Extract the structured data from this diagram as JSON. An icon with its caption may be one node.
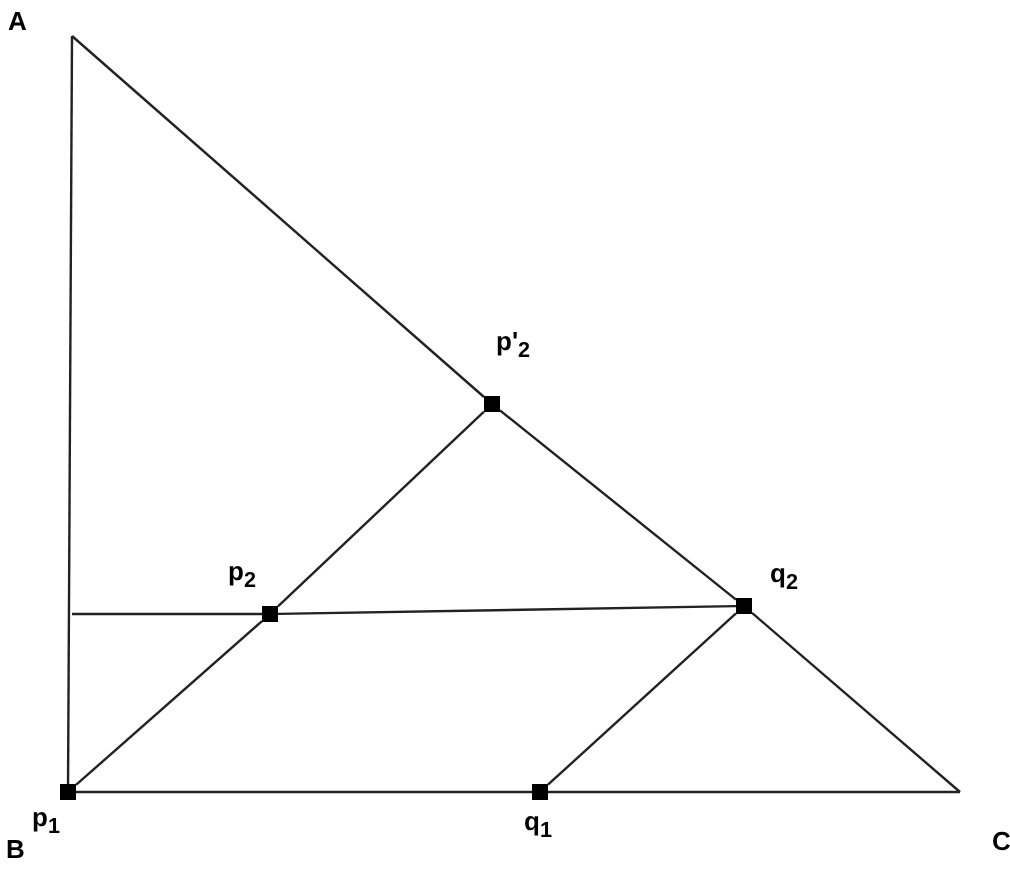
{
  "diagram": {
    "nodes": [
      {
        "text": [
          "A"
        ]
      },
      {
        "text": [
          "p'$_{2}$"
        ]
      },
      {
        "text": [
          "p$_{2}$"
        ]
      },
      {
        "text": [
          "q$_{2}$"
        ]
      },
      {
        "text": [
          "p$_{1}$"
        ],
        "beside": [
          "B"
        ]
      },
      {
        "text": [
          "q$_{1}$"
        ]
      },
      {
        "text": [
          "C"
        ]
      }
    ],
    "edges": [
      {
        "from": 0,
        "to": 1,
        "arrow": "none"
      },
      {
        "from": 1,
        "to": 3,
        "arrow": "none"
      },
      {
        "from": 3,
        "to": 6,
        "arrow": "none"
      },
      {
        "from": 0,
        "to": 4,
        "arrow": "none"
      },
      {
        "from": 4,
        "to": 5,
        "arrow": "none"
      },
      {
        "from": 5,
        "to": 6,
        "arrow": "none"
      },
      {
        "from": null,
        "to": 2,
        "arrow": "none"
      },
      {
        "from": 2,
        "to": 3,
        "arrow": "none"
      },
      {
        "from": 4,
        "to": 2,
        "arrow": "none"
      },
      {
        "from": 2,
        "to": 1,
        "arrow": "none"
      },
      {
        "from": 5,
        "to": 3,
        "arrow": "none"
      }
    ]
  }
}
